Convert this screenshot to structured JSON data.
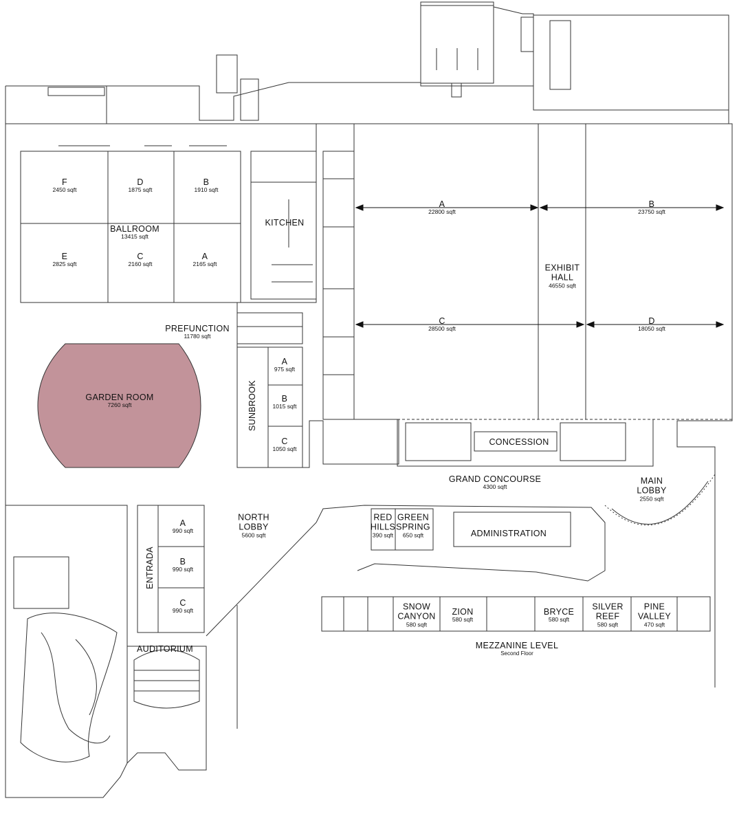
{
  "ballroom": {
    "name": "BALLROOM",
    "size": "13415 sqft",
    "sections": [
      {
        "name": "F",
        "size": "2450 sqft"
      },
      {
        "name": "D",
        "size": "1875 sqft"
      },
      {
        "name": "B",
        "size": "1910 sqft"
      },
      {
        "name": "E",
        "size": "2825 sqft"
      },
      {
        "name": "C",
        "size": "2160 sqft"
      },
      {
        "name": "A",
        "size": "2165 sqft"
      }
    ]
  },
  "kitchen": {
    "name": "KITCHEN"
  },
  "prefunction": {
    "name": "PREFUNCTION",
    "size": "11780 sqft"
  },
  "garden_room": {
    "name": "GARDEN  ROOM",
    "size": "7260 sqft",
    "fill": "#c2939a"
  },
  "sunbrook": {
    "name": "SUNBROOK",
    "sections": [
      {
        "name": "A",
        "size": "975 sqft"
      },
      {
        "name": "B",
        "size": "1015 sqft"
      },
      {
        "name": "C",
        "size": "1050 sqft"
      }
    ]
  },
  "exhibit_hall": {
    "name_line1": "EXHIBIT",
    "name_line2": "HALL",
    "size": "46550 sqft",
    "sections": [
      {
        "name": "A",
        "size": "22800 sqft"
      },
      {
        "name": "B",
        "size": "23750 sqft"
      },
      {
        "name": "C",
        "size": "28500 sqft"
      },
      {
        "name": "D",
        "size": "18050 sqft"
      }
    ]
  },
  "concession": {
    "name": "CONCESSION"
  },
  "grand_concourse": {
    "name": "GRAND CONCOURSE",
    "size": "4300 sqft"
  },
  "main_lobby": {
    "name_line1": "MAIN",
    "name_line2": "LOBBY",
    "size": "2550 sqft"
  },
  "north_lobby": {
    "name_line1": "NORTH",
    "name_line2": "LOBBY",
    "size": "5600 sqft"
  },
  "red_hills": {
    "name_line1": "RED",
    "name_line2": "HILLS",
    "size": "390 sqft"
  },
  "green_spring": {
    "name_line1": "GREEN",
    "name_line2": "SPRING",
    "size": "650 sqft"
  },
  "administration": {
    "name": "ADMINISTRATION"
  },
  "entrada": {
    "name": "ENTRADA",
    "sections": [
      {
        "name": "A",
        "size": "990 sqft"
      },
      {
        "name": "B",
        "size": "990 sqft"
      },
      {
        "name": "C",
        "size": "990 sqft"
      }
    ]
  },
  "auditorium": {
    "name": "AUDITORIUM"
  },
  "mezzanine": {
    "title": "MEZZANINE LEVEL",
    "subtitle": "Second Floor",
    "rooms": [
      {
        "name_line1": "SNOW",
        "name_line2": "CANYON",
        "size": "580 sqft"
      },
      {
        "name_line1": "ZION",
        "name_line2": "",
        "size": "580 sqft"
      },
      {
        "name_line1": "BRYCE",
        "name_line2": "",
        "size": "580 sqft"
      },
      {
        "name_line1": "SILVER",
        "name_line2": "REEF",
        "size": "580 sqft"
      },
      {
        "name_line1": "PINE",
        "name_line2": "VALLEY",
        "size": "470 sqft"
      }
    ]
  }
}
